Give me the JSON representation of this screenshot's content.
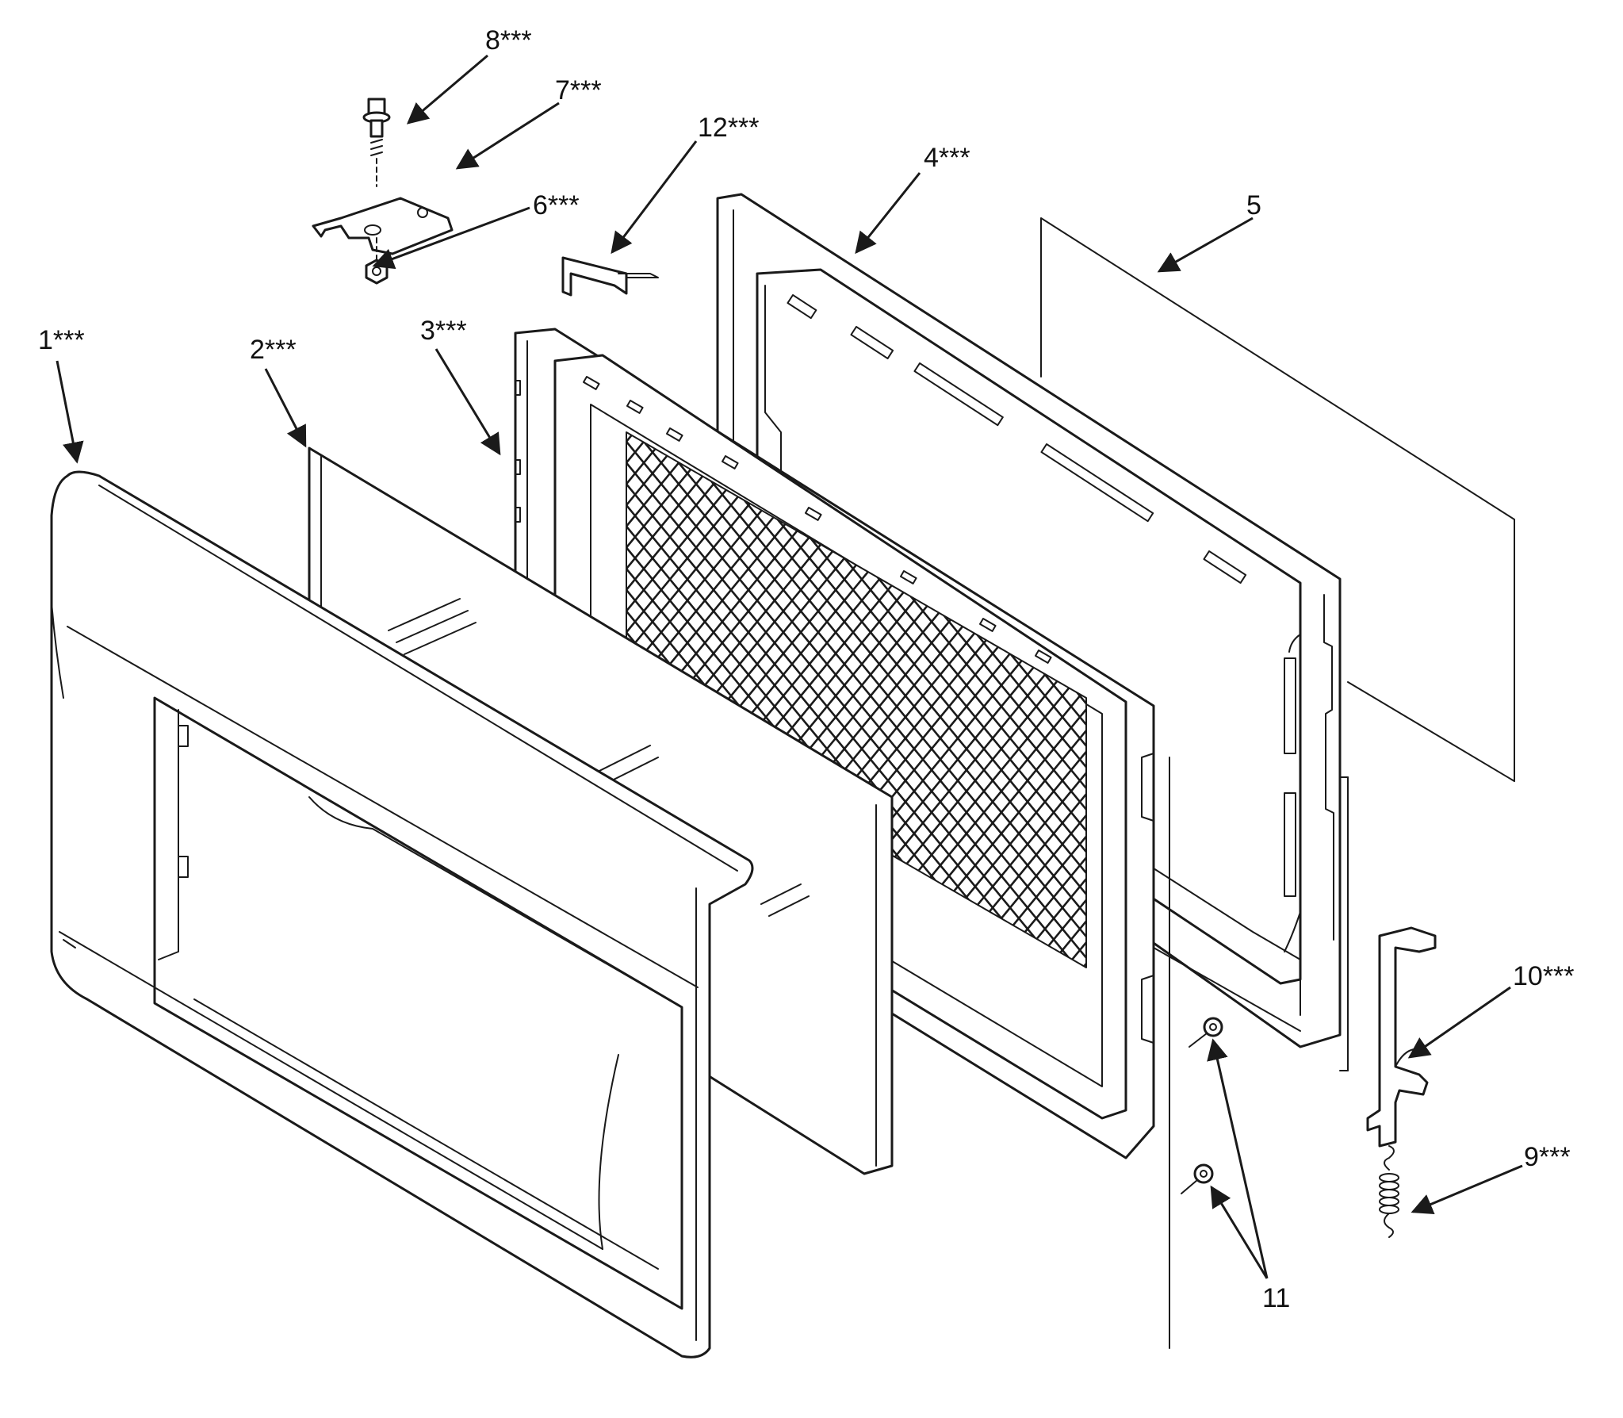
{
  "diagram": {
    "callouts": {
      "p1": "1***",
      "p2": "2***",
      "p3": "3***",
      "p4": "4***",
      "p5": "5",
      "p6": "6***",
      "p7": "7***",
      "p8": "8***",
      "p9": "9***",
      "p10": "10***",
      "p11": "11",
      "p12": "12***"
    }
  }
}
